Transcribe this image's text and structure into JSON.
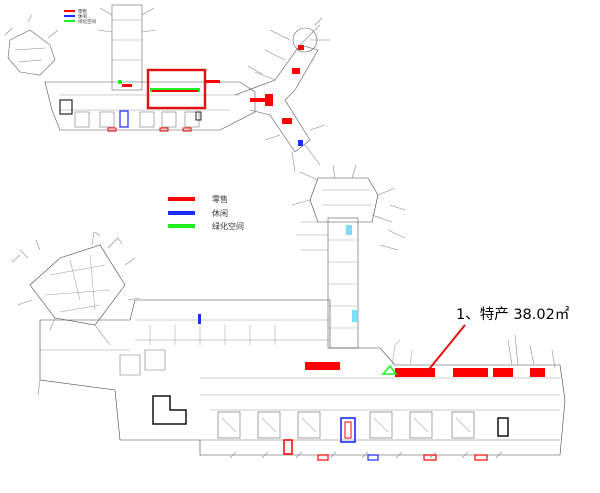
{
  "legend": {
    "items": [
      {
        "label": "零售",
        "color": "#ff0000"
      },
      {
        "label": "休闲",
        "color": "#1a2cff"
      },
      {
        "label": "绿化空间",
        "color": "#22ee22"
      }
    ]
  },
  "callout": {
    "text": "1、特产 38.02㎡",
    "color": "#e01010"
  },
  "highlight_color": "#e01010"
}
